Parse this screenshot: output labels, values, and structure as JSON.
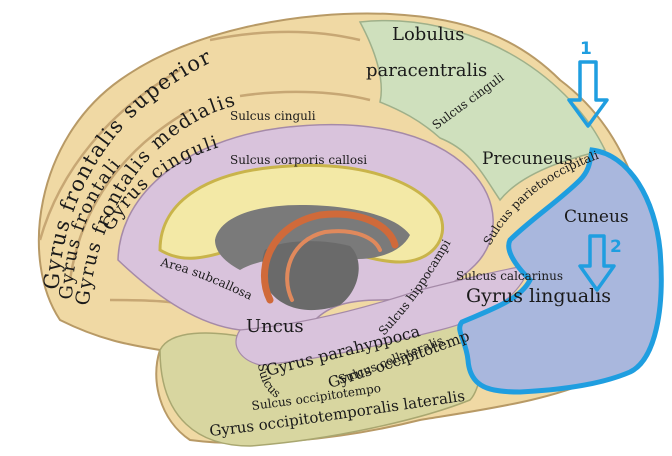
{
  "labels": {
    "gyrus_frontalis_superior": "Gyrus frontalis superior",
    "gyrus_frontalis_medialis": "Gyrus frontalis medialis",
    "lobulus": "Lobulus",
    "paracentralis": "paracentralis",
    "sulcus_cinguli_top": "Sulcus cinguli",
    "sulcus_cinguli": "Sulcus cinguli",
    "gyrus_cinguli": "Gyrus cinguli",
    "sulcus_corporis_callosi": "Sulcus corporis callosi",
    "precuneus": "Precuneus",
    "sulcus_parietooccipitalis": "Sulcus parietooccipitalis",
    "cuneus": "Cuneus",
    "area_subcallosa": "Area subcallosa",
    "sulcus_hippocampi": "Sulcus hippocampi",
    "sulcus_calcarinus": "Sulcus calcarinus",
    "gyrus_lingualis": "Gyrus lingualis",
    "uncus": "Uncus",
    "gyrus_parahyppocampalis": "Gyrus parahyppocampalis",
    "sulcus_collateralis": "Sulcus collateralis",
    "sulcus_rhinalis": "Sulcus rhinalis",
    "gyrus_occipitotemporalis_medialis": "Gyrus occipitotemporalis medialis",
    "sulcus_occipitotemporalis": "Sulcus occipitotemporalis",
    "gyrus_occipitotemporalis_lateralis": "Gyrus occipitotemporalis lateralis",
    "gyrus_frontalis_left": "Gyrus frontalis"
  },
  "markers": {
    "arrow1": "1",
    "arrow2": "2"
  },
  "colors": {
    "frontal": "#f0d9a4",
    "frontal_dark": "#d7b980",
    "cingulate": "#d9c3dc",
    "parietal": "#cfe0bd",
    "cuneus": "#a9b7dd",
    "temporal": "#d8d6a0",
    "highlight": "#1f9ee0",
    "corpus_callosum": "#f3e9a6",
    "ventricle": "#6f6f6f",
    "fornix": "#d06a3a"
  },
  "icons": {
    "arrow_1": "down-arrow-icon",
    "arrow_2": "down-arrow-icon"
  }
}
